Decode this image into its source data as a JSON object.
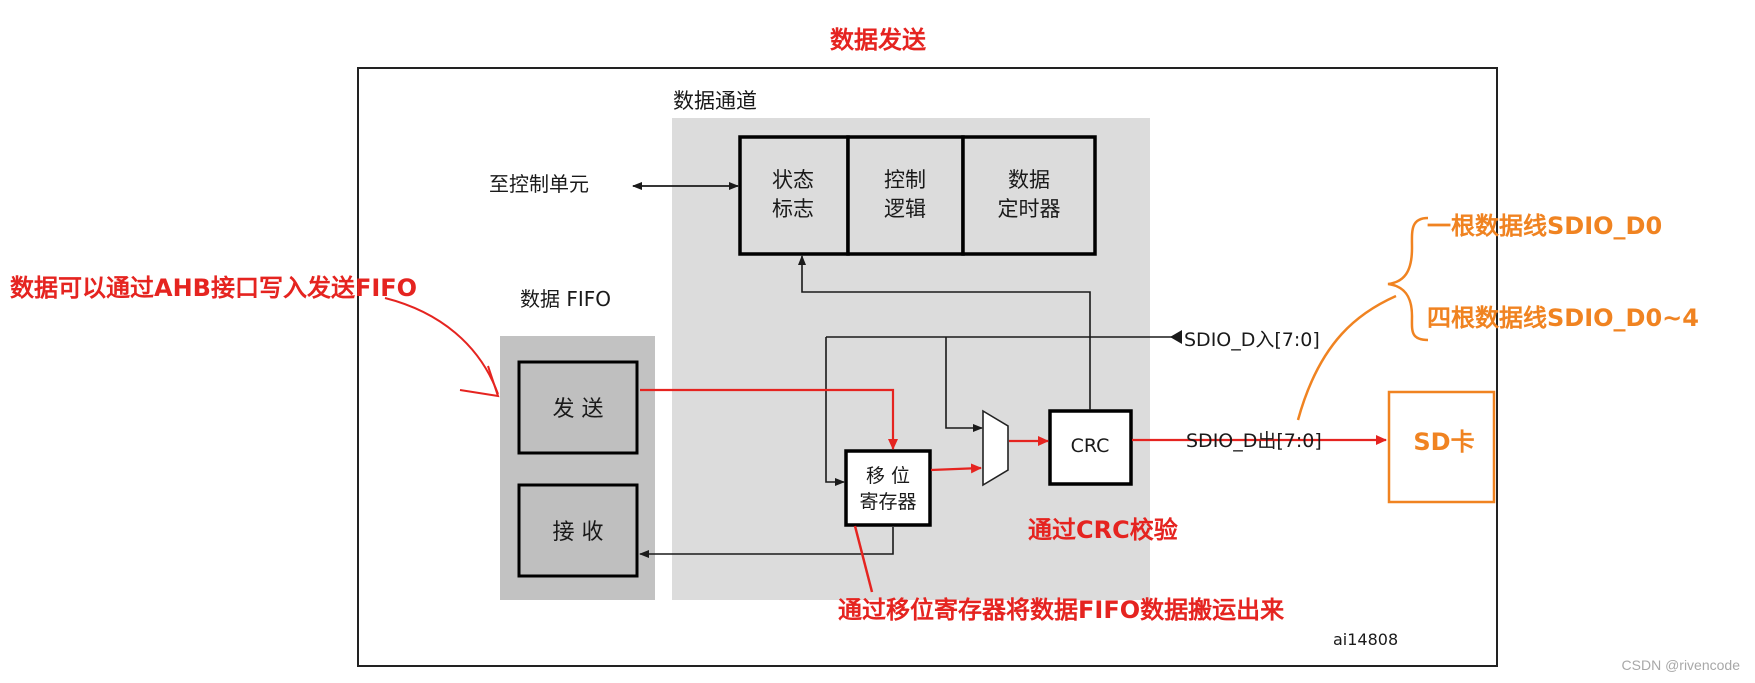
{
  "diagram": {
    "title": "数据发送",
    "data_path_label": "数据通道",
    "fifo_label": "数据 FIFO",
    "to_control_unit": "至控制单元",
    "status_flag": [
      "状态",
      "标志"
    ],
    "control_logic": [
      "控制",
      "逻辑"
    ],
    "data_timer": [
      "数据",
      "定时器"
    ],
    "tx": "发 送",
    "rx": "接 收",
    "shift_register": [
      "移 位",
      "寄存器"
    ],
    "crc": "CRC",
    "sdio_in": "SDIO_D入[7:0]",
    "sdio_out": "SDIO_D出[7:0]",
    "sd_card": "SD卡",
    "figure_id": "ai14808",
    "watermark": "CSDN @rivencode"
  },
  "annotations": {
    "ahb_write": "数据可以通过AHB接口写入发送FIFO",
    "crc_check": "通过CRC校验",
    "shift_move": "通过移位寄存器将数据FIFO数据搬运出来",
    "one_line": "一根数据线SDIO_D0",
    "four_lines": "四根数据线SDIO_D0~4"
  },
  "colors": {
    "annotation_red": "#e52420",
    "annotation_orange": "#f08321",
    "panel_gray": "#dcdcdc",
    "box_gray": "#c0c0c0"
  }
}
